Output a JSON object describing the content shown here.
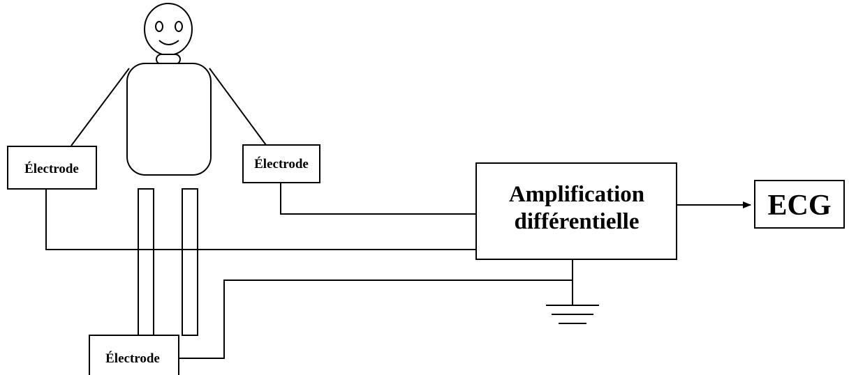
{
  "electrodes": {
    "left": "Électrode",
    "right": "Électrode",
    "bottom": "Électrode"
  },
  "amplifier": {
    "line1": "Amplification",
    "line2": "différentielle"
  },
  "output": {
    "label": "ECG"
  },
  "colors": {
    "stroke": "#000000",
    "background": "#ffffff"
  }
}
